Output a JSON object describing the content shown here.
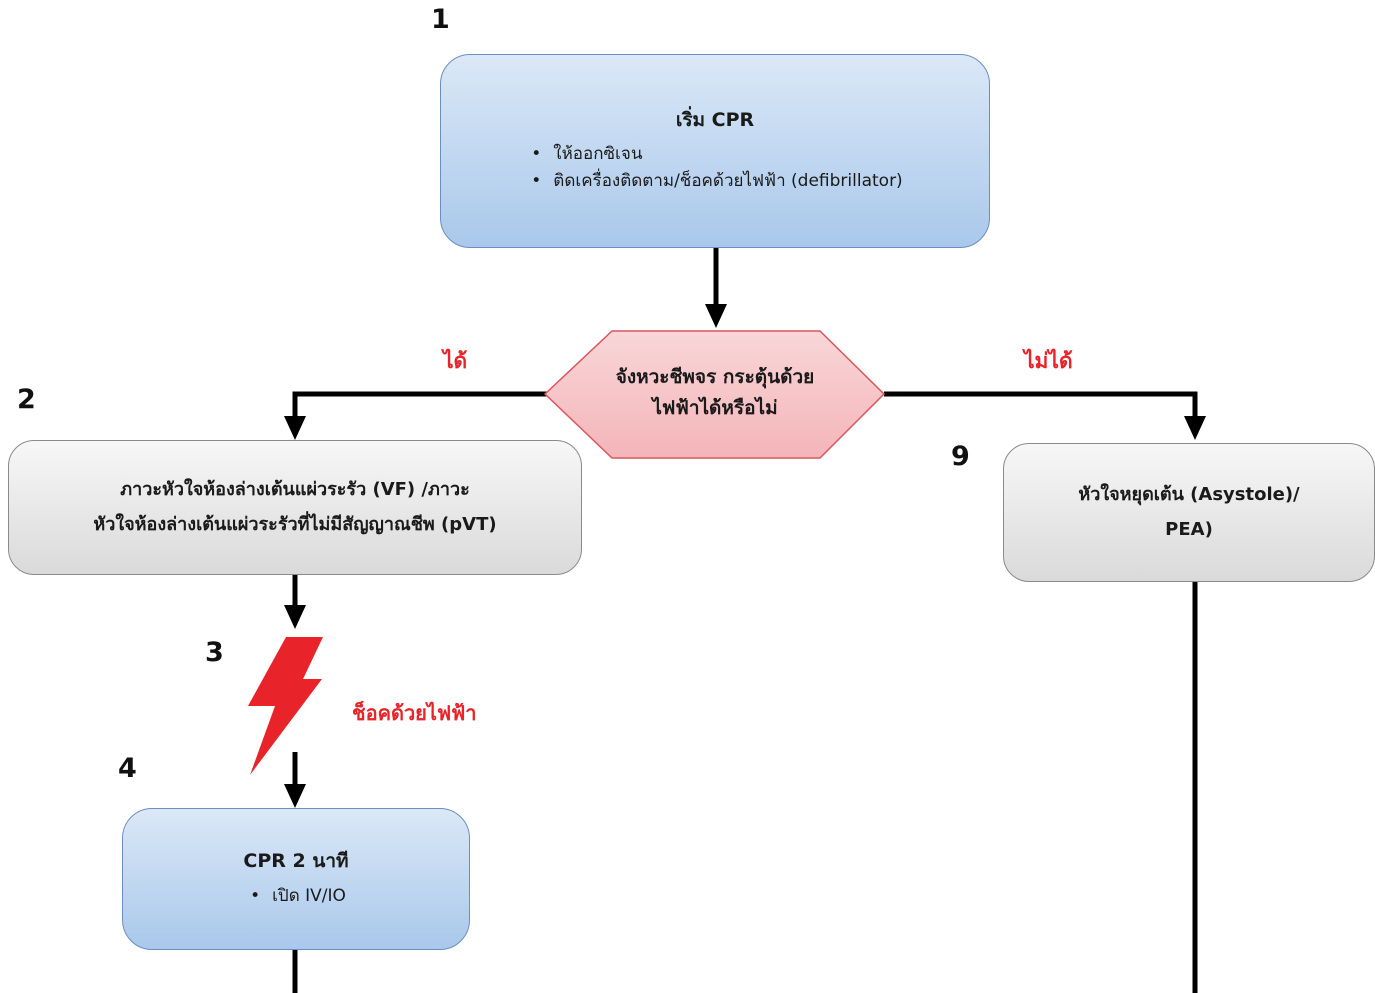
{
  "colors": {
    "process_fill": "#a9c8eb",
    "process_border": "#6c8ebf",
    "state_fill": "#dadada",
    "state_border": "#8a8a8a",
    "decision_fill": "#f4c0c3",
    "decision_border": "#d9565e",
    "accent_red": "#e8242a",
    "arrow": "#000000"
  },
  "steps": {
    "step1": {
      "number": "1",
      "title": "เริ่ม CPR",
      "items": [
        "ให้ออกซิเจน",
        "ติดเครื่องติดตาม/ช็อคด้วยไฟฟ้า (defibrillator)"
      ]
    },
    "decision": {
      "line1": "จังหวะชีพจร กระตุ้นด้วย",
      "line2": "ไฟฟ้าได้หรือไม่",
      "yes_label": "ได้",
      "no_label": "ไม่ได้"
    },
    "step2": {
      "number": "2",
      "line1": "ภาวะหัวใจห้องล่างเต้นแผ่วระรัว (VF) /ภาวะ",
      "line2": "หัวใจห้องล่างเต้นแผ่วระรัวที่ไม่มีสัญญาณชีพ (pVT)"
    },
    "step3": {
      "number": "3",
      "shock_label": "ช็อคด้วยไฟฟ้า",
      "icon": "lightning-bolt-icon"
    },
    "step4": {
      "number": "4",
      "title": "CPR 2 นาที",
      "items": [
        "เปิด IV/IO"
      ]
    },
    "step9": {
      "number": "9",
      "line1": "หัวใจหยุดเต้น (Asystole)/",
      "line2": "PEA)"
    }
  }
}
